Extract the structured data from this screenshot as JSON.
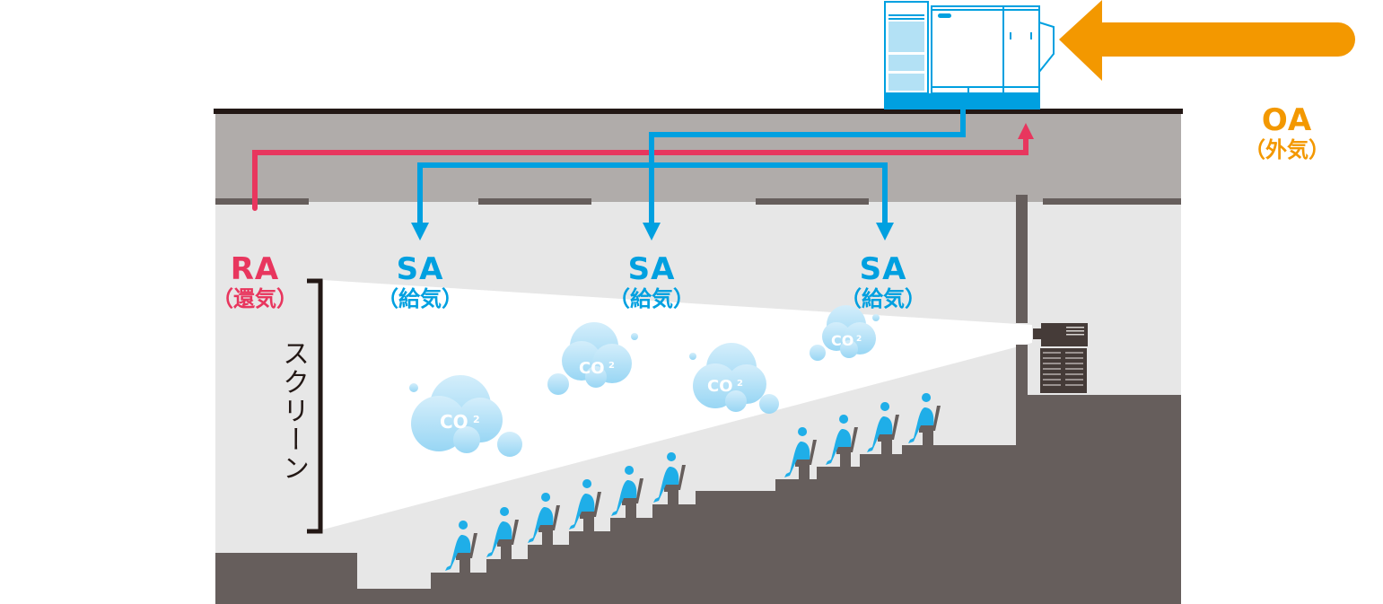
{
  "diagram": {
    "title": "Cinema ventilation diagram",
    "colors": {
      "supply_air": "#00a0e0",
      "return_air": "#e8365e",
      "outside_air": "#f39800",
      "structure": "#665e5c",
      "ceiling_plenum": "#b0acaa",
      "room": "#e7e7e7",
      "co2_cloud": "#a6dcf5",
      "audience": "#1faee8"
    },
    "labels": {
      "ra": {
        "code": "RA",
        "jp": "（還気）"
      },
      "sa": [
        {
          "code": "SA",
          "jp": "（給気）"
        },
        {
          "code": "SA",
          "jp": "（給気）"
        },
        {
          "code": "SA",
          "jp": "（給気）"
        }
      ],
      "oa": {
        "code": "OA",
        "jp": "（外気）"
      },
      "screen": "スクリーン"
    },
    "co2_clouds": [
      {
        "label": "CO",
        "sub": "2"
      },
      {
        "label": "CO",
        "sub": "2"
      },
      {
        "label": "CO",
        "sub": "2"
      },
      {
        "label": "CO",
        "sub": "2"
      }
    ],
    "components": {
      "air_handling_unit": "air-handling-unit",
      "projector": "projector",
      "audience_count": 10
    }
  }
}
